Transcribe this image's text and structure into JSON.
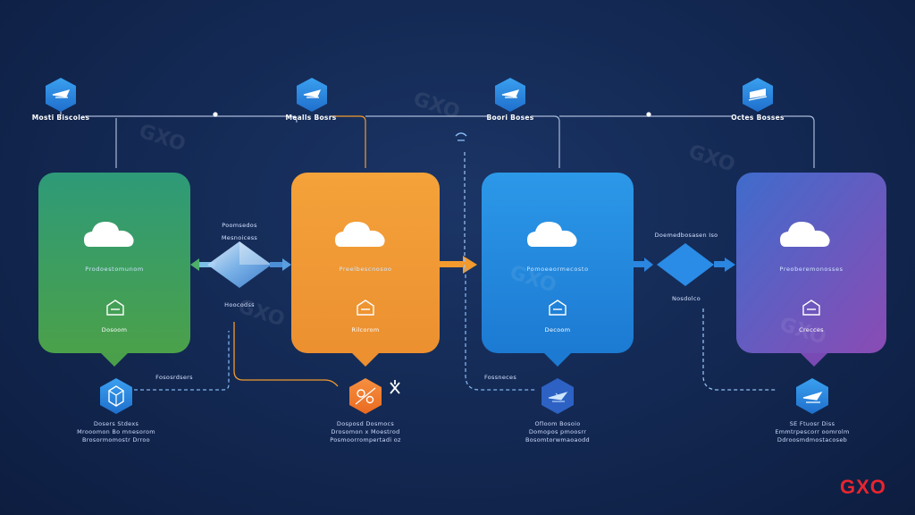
{
  "watermark": "GXO",
  "brand_logo": "GXO",
  "top_nodes": [
    {
      "label": "Mosti Biscoles",
      "icon": "cloud-plane-icon"
    },
    {
      "label": "Mealls Bosrs",
      "icon": "cloud-plane-icon"
    },
    {
      "label": "Boori Boses",
      "icon": "cloud-plane-icon"
    },
    {
      "label": "Octes Bosses",
      "icon": "laptop-icon"
    }
  ],
  "cards": [
    {
      "title": "Prodoestomunom",
      "sub": "Dosoom",
      "color_top": "#2e9a78",
      "color_bottom": "#4c9b46",
      "icon": "cloud-icon"
    },
    {
      "title": "Preelbescnosoo",
      "sub": "Rilcorom",
      "color_top": "#f29a2e",
      "color_bottom": "#ee9433",
      "icon": "cloud-icon"
    },
    {
      "title": "Pomoeeormecosto",
      "sub": "Decoom",
      "color_top": "#1e8ce0",
      "color_bottom": "#2a7fd6",
      "icon": "cloud-icon"
    },
    {
      "title": "Preoberemonosses",
      "sub": "Crecces",
      "color_top": "#4a5fc4",
      "color_bottom": "#7a4ab6",
      "icon": "cloud-icon"
    }
  ],
  "connectors": {
    "diamond1_top": [
      "Poomsedos",
      "Mesnoicess"
    ],
    "diamond1_bottom": "Hoocodss",
    "diamond2_top": "Doemedbosasen Iso",
    "diamond2_bottom": "Nosdolco",
    "left_branch": "Fososrdsers",
    "mid_branch": "Fossneces"
  },
  "bottom_nodes": [
    {
      "lines": [
        "Dosers Stdexs",
        "Mrooomon Bo mnesorom",
        "Brosormomostr Drroo"
      ],
      "icon": "cube-icon"
    },
    {
      "lines": [
        "Dosposd Dosmocs",
        "Drosomon x Moestrod",
        "Posmoorrompertadi oz"
      ],
      "icon": "gear-cluster-icon"
    },
    {
      "lines": [
        "Ofloom Bosoio",
        "Domopos pmoosrr",
        "Bosomtorwmaoaodd"
      ],
      "icon": "aircraft-icon"
    },
    {
      "lines": [
        "SE Ftuosr Diss",
        "Emmtrpescorr oomrolm",
        "Ddroosmdmostacoseb"
      ],
      "icon": "cloud-plane-icon"
    }
  ],
  "colors": {
    "background": "#142a55",
    "green": "#3aa873",
    "orange": "#f29a2e",
    "blue": "#1e8ce0",
    "purple": "#6a50bc",
    "hex_blue": "#2b7fd8",
    "hex_orange": "#f07a2a",
    "line": "#9fb3d6"
  }
}
